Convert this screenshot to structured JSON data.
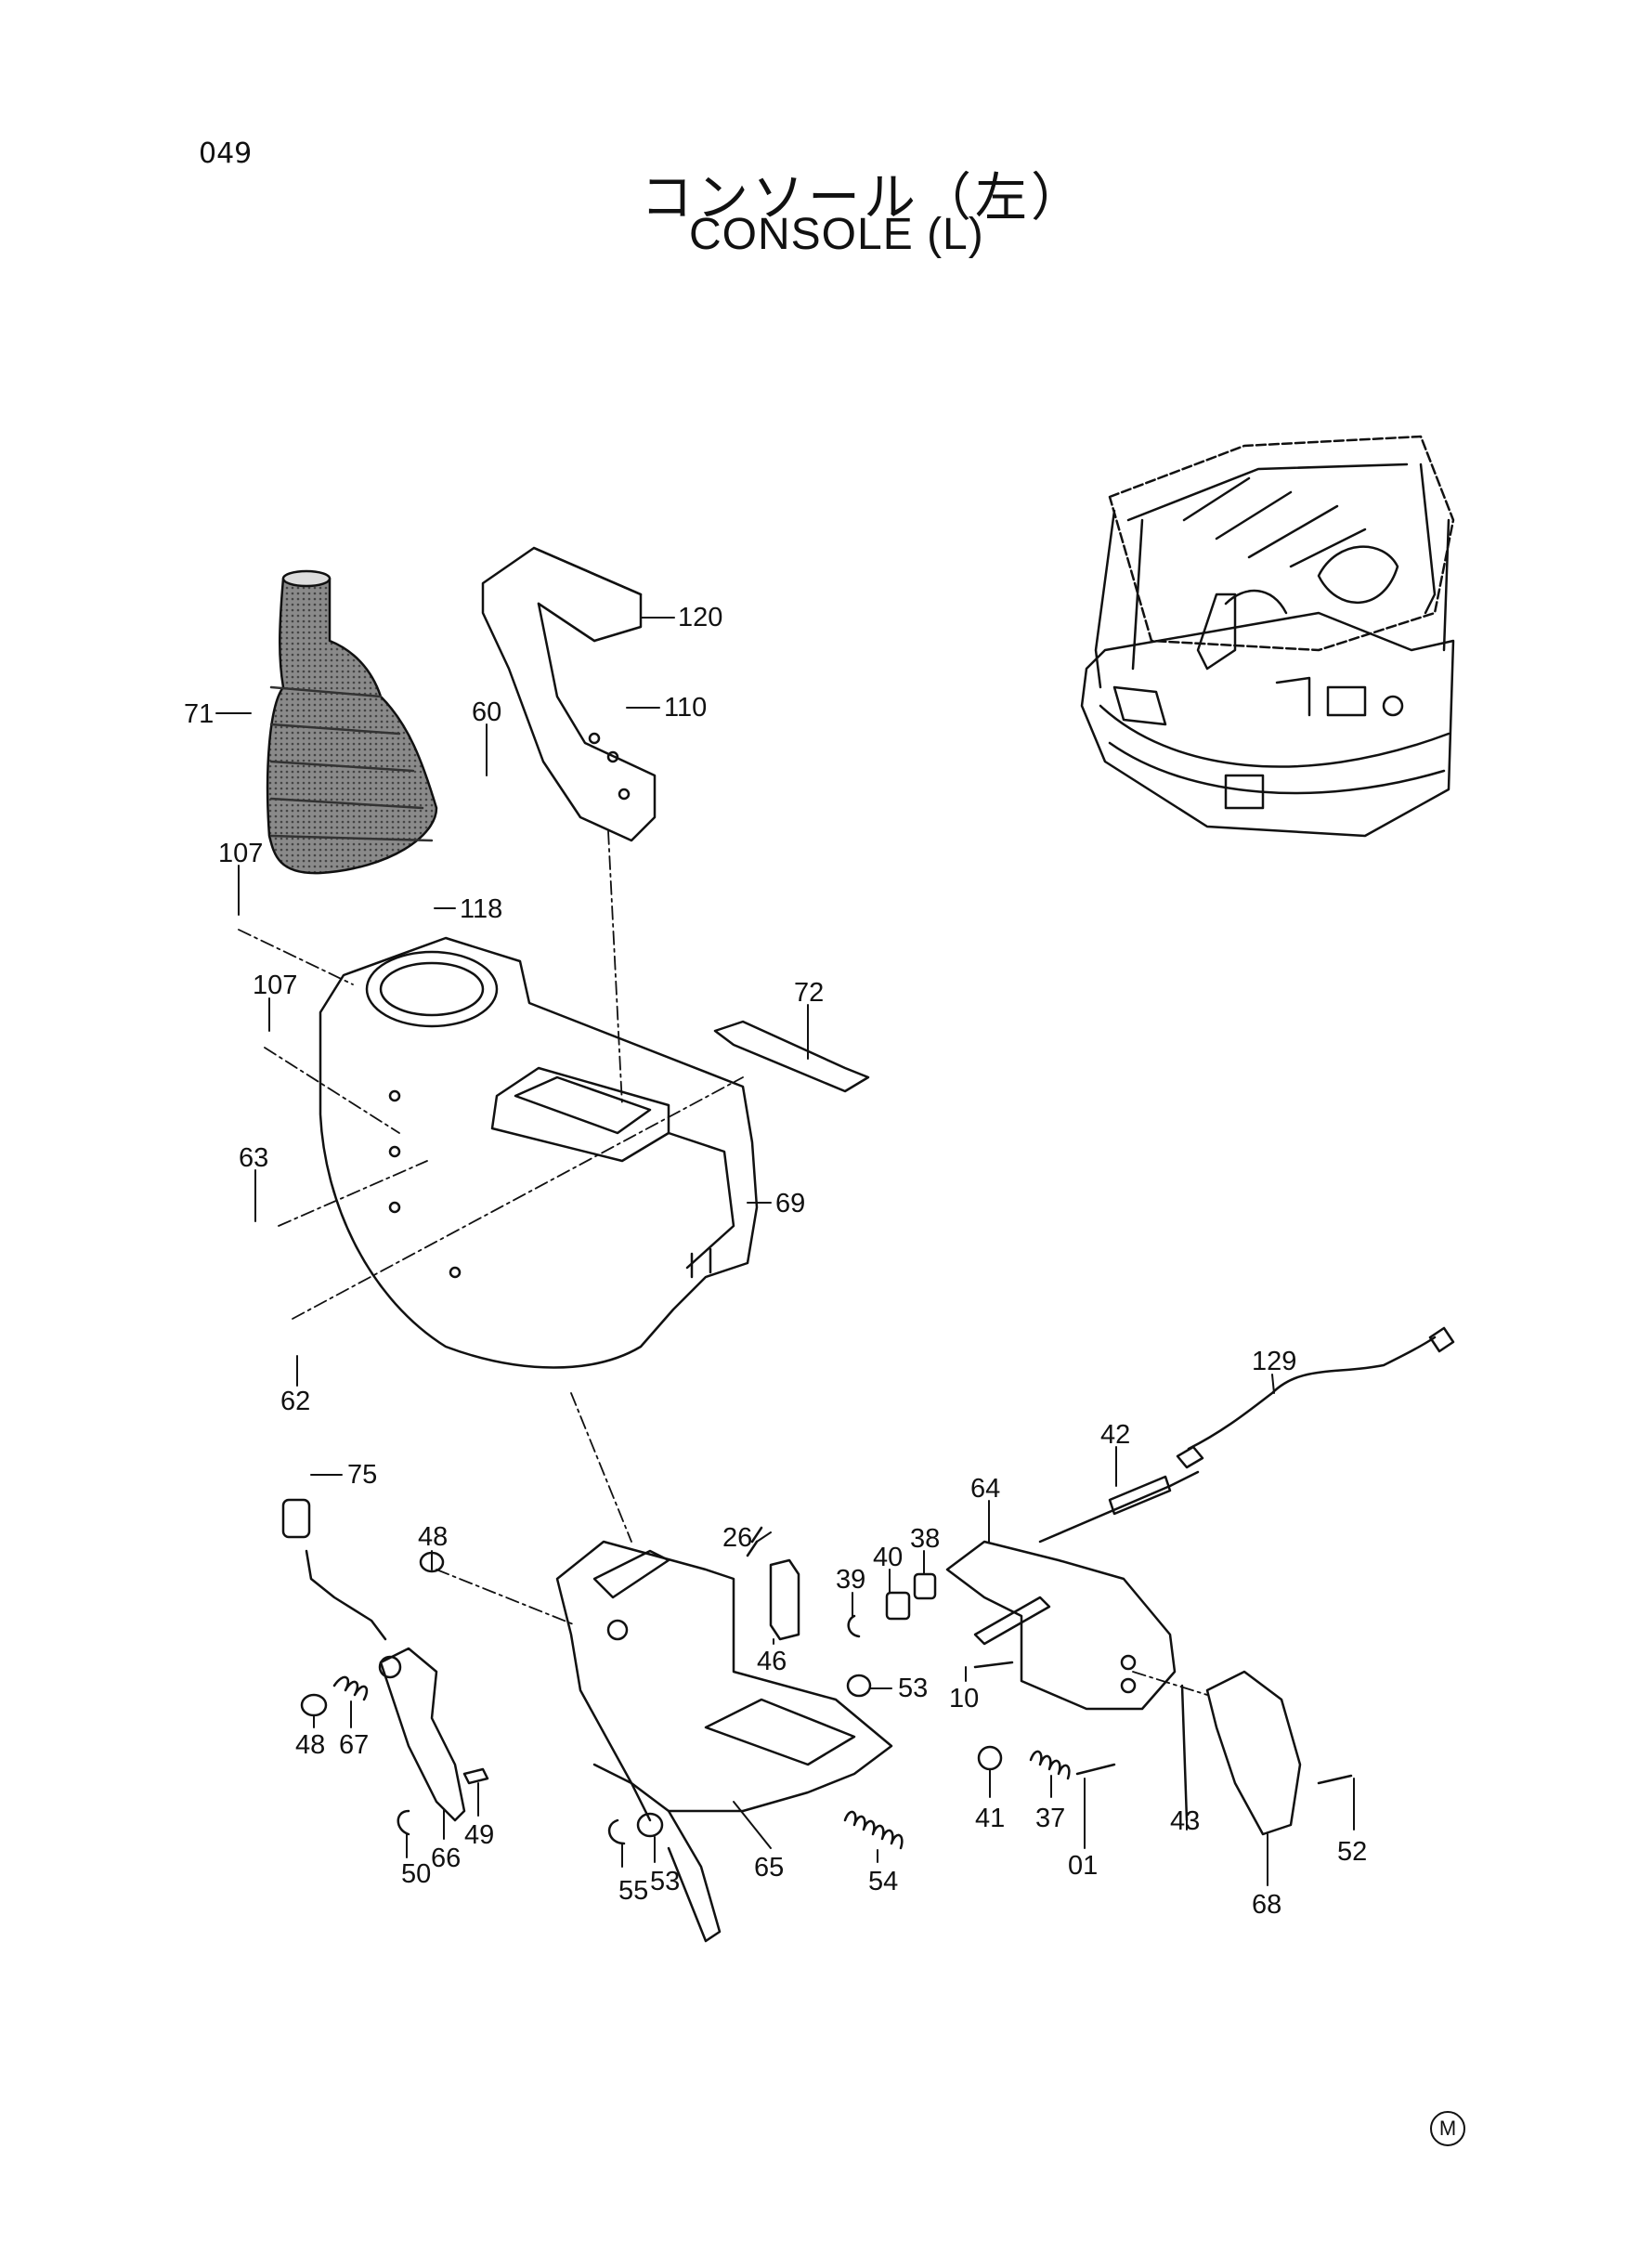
{
  "header": {
    "page_number": "049",
    "title_jp": "コンソール（左）",
    "title_en": "CONSOLE (L)"
  },
  "footer": {
    "mark": "M"
  },
  "parts": [
    {
      "id": "p120",
      "label": "120"
    },
    {
      "id": "p110",
      "label": "110"
    },
    {
      "id": "p71",
      "label": "71"
    },
    {
      "id": "p60",
      "label": "60"
    },
    {
      "id": "p107a",
      "label": "107"
    },
    {
      "id": "p118",
      "label": "118"
    },
    {
      "id": "p107b",
      "label": "107"
    },
    {
      "id": "p72",
      "label": "72"
    },
    {
      "id": "p63",
      "label": "63"
    },
    {
      "id": "p69",
      "label": "69"
    },
    {
      "id": "p62",
      "label": "62"
    },
    {
      "id": "p129",
      "label": "129"
    },
    {
      "id": "p42",
      "label": "42"
    },
    {
      "id": "p75",
      "label": "75"
    },
    {
      "id": "p64",
      "label": "64"
    },
    {
      "id": "p26",
      "label": "26"
    },
    {
      "id": "p40",
      "label": "40"
    },
    {
      "id": "p38",
      "label": "38"
    },
    {
      "id": "p39",
      "label": "39"
    },
    {
      "id": "p48a",
      "label": "48"
    },
    {
      "id": "p46",
      "label": "46"
    },
    {
      "id": "p53a",
      "label": "53"
    },
    {
      "id": "p10",
      "label": "10"
    },
    {
      "id": "p48b",
      "label": "48"
    },
    {
      "id": "p67",
      "label": "67"
    },
    {
      "id": "p41",
      "label": "41"
    },
    {
      "id": "p37",
      "label": "37"
    },
    {
      "id": "p43",
      "label": "43"
    },
    {
      "id": "p52",
      "label": "52"
    },
    {
      "id": "p49",
      "label": "49"
    },
    {
      "id": "p66",
      "label": "66"
    },
    {
      "id": "p50",
      "label": "50"
    },
    {
      "id": "p55",
      "label": "55"
    },
    {
      "id": "p53b",
      "label": "53"
    },
    {
      "id": "p65",
      "label": "65"
    },
    {
      "id": "p54",
      "label": "54"
    },
    {
      "id": "p01",
      "label": "01"
    },
    {
      "id": "p68",
      "label": "68"
    }
  ]
}
